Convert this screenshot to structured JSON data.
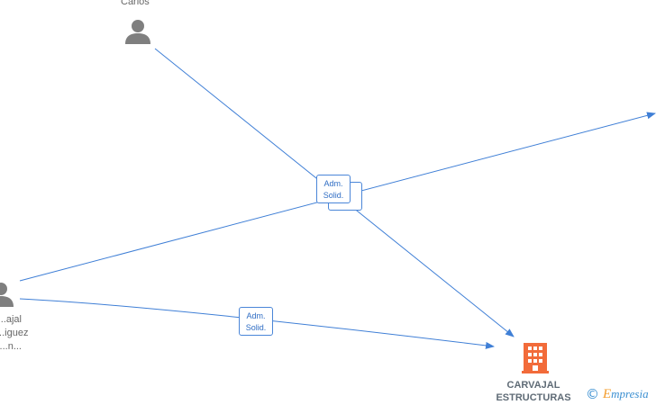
{
  "people": [
    {
      "name_lines": [
        "Carlos"
      ]
    },
    {
      "name_lines": [
        "...ajal",
        "...iguez",
        "...n..."
      ]
    }
  ],
  "company": {
    "name_lines": [
      "CARVAJAL",
      "ESTRUCTURAS"
    ]
  },
  "relations": [
    {
      "role_lines": [
        "Adm.",
        "Solid."
      ]
    },
    {
      "role_lines": [
        "Adm.",
        "Solid."
      ]
    }
  ],
  "watermark": {
    "copyright": "©",
    "brand_first": "E",
    "brand_rest": "mpresia"
  },
  "colors": {
    "edge": "#3f7fd6",
    "person_icon": "#7f7f7f",
    "company_icon": "#f26b3a",
    "brand": "#3a8fd1"
  }
}
